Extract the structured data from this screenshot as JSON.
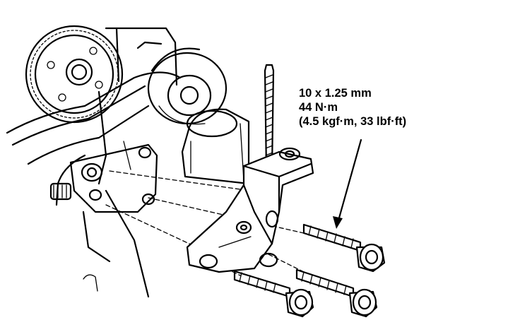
{
  "callout": {
    "line1": "10 x 1.25 mm",
    "line2": "44 N·m",
    "line3": "(4.5 kgf·m, 33 lbf·ft)"
  },
  "colors": {
    "ink": "#000000",
    "paper": "#ffffff"
  }
}
